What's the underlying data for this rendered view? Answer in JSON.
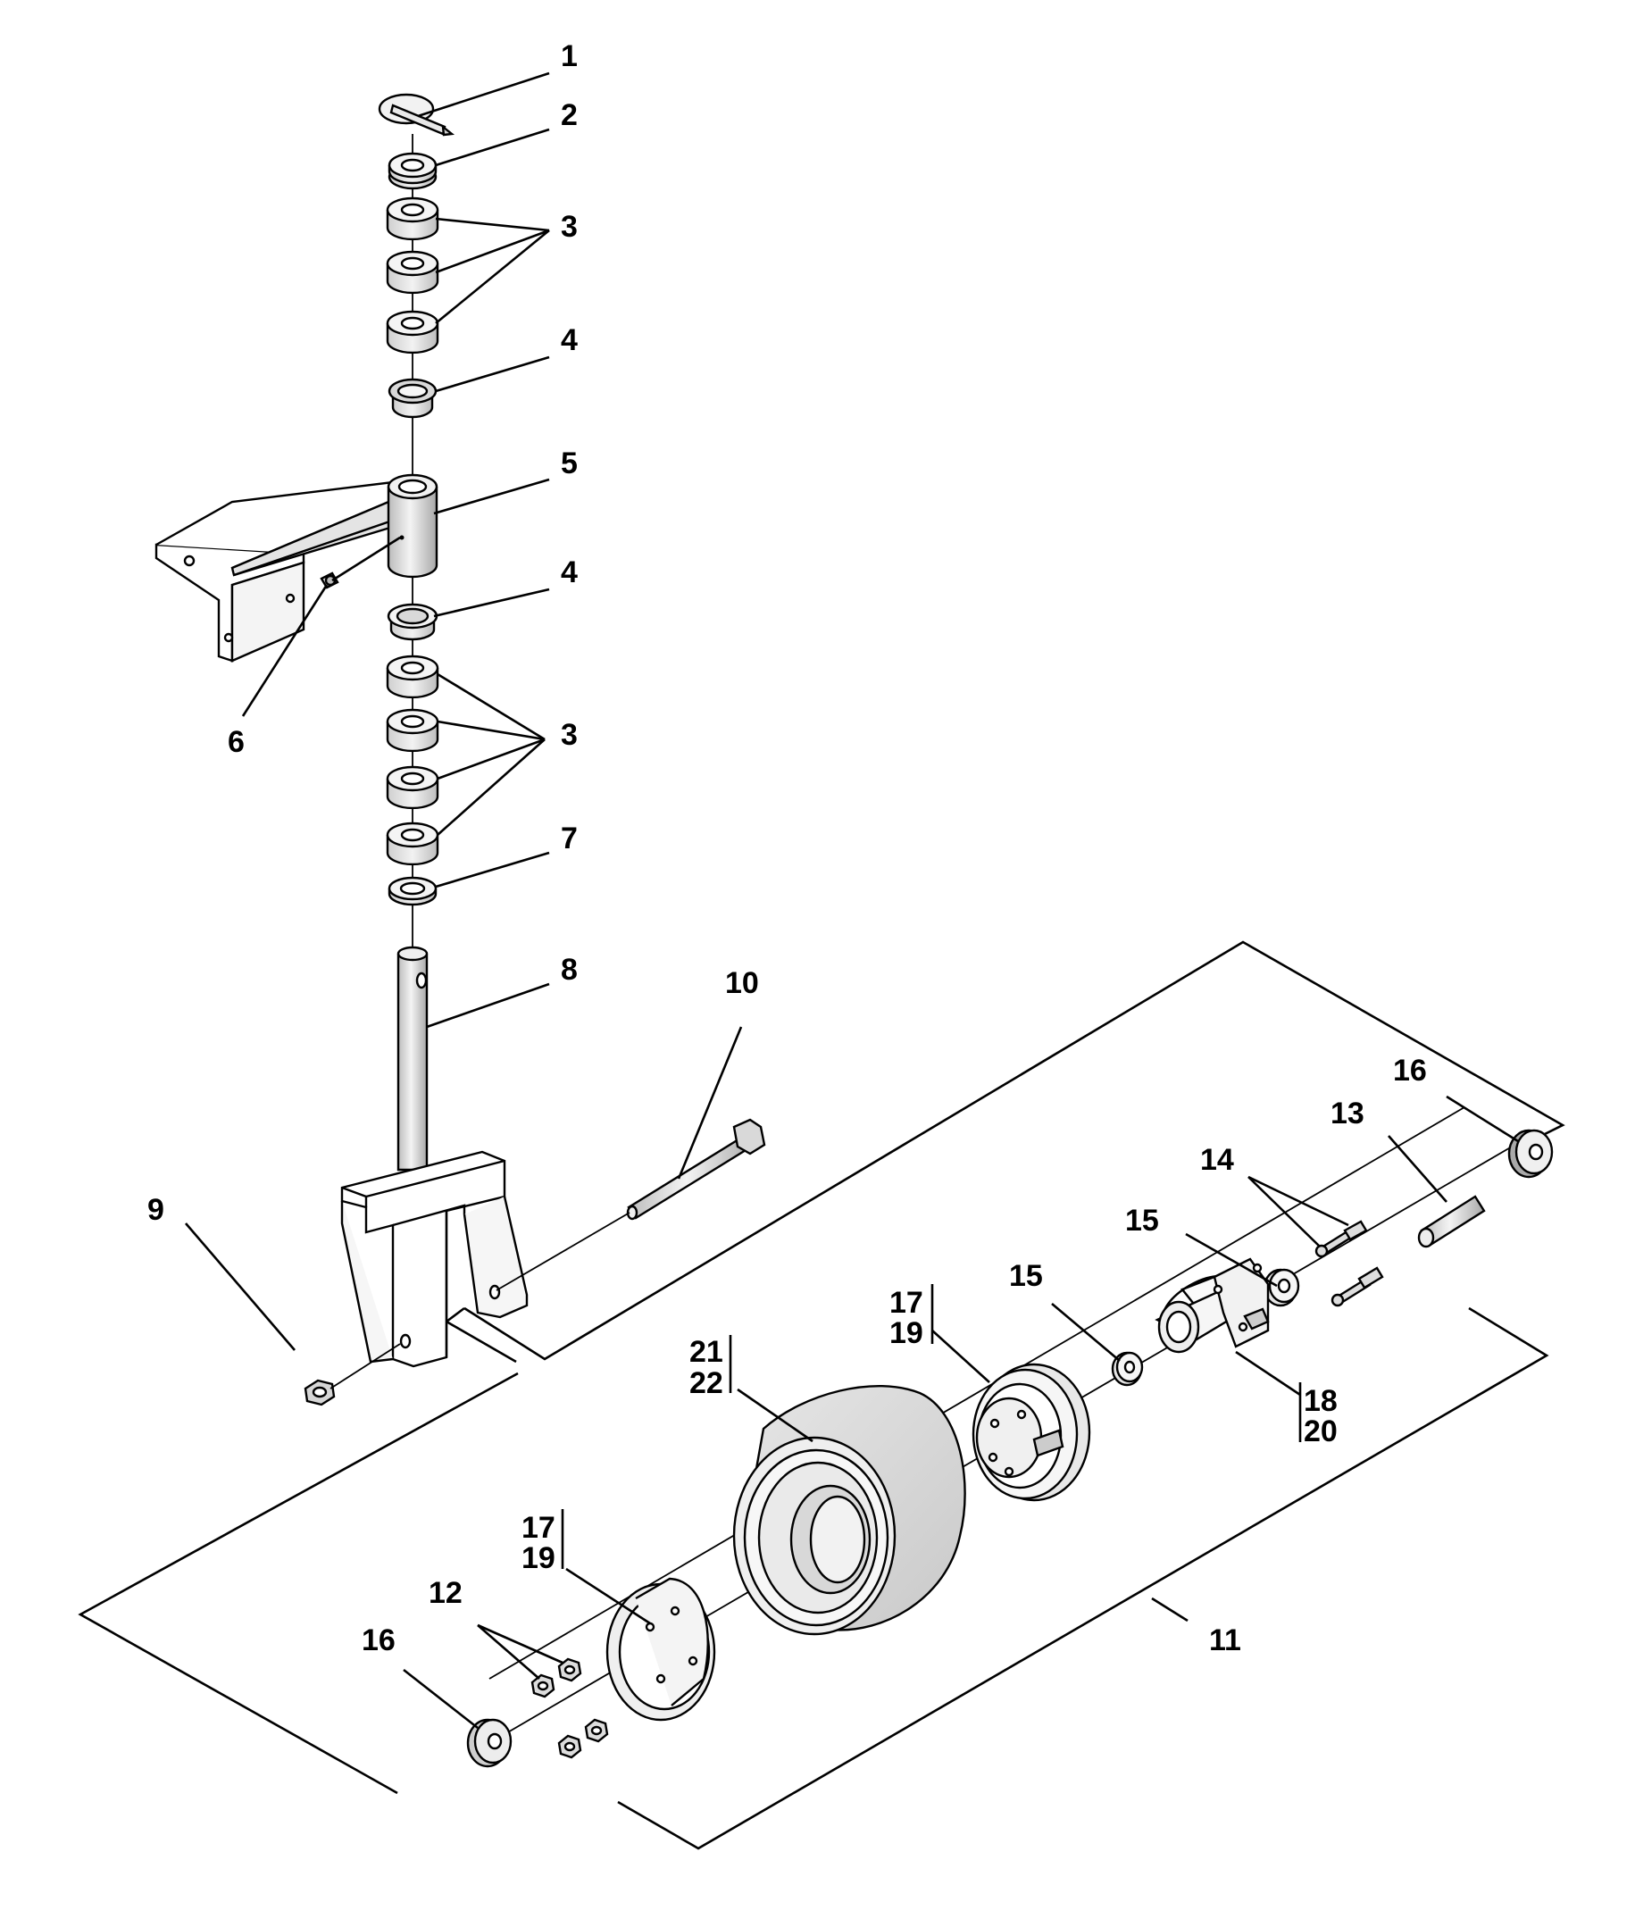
{
  "diagram": {
    "callouts": [
      {
        "id": "c1",
        "text": "1"
      },
      {
        "id": "c2",
        "text": "2"
      },
      {
        "id": "c3a",
        "text": "3"
      },
      {
        "id": "c4a",
        "text": "4"
      },
      {
        "id": "c5",
        "text": "5"
      },
      {
        "id": "c4b",
        "text": "4"
      },
      {
        "id": "c6",
        "text": "6"
      },
      {
        "id": "c3b",
        "text": "3"
      },
      {
        "id": "c7",
        "text": "7"
      },
      {
        "id": "c8",
        "text": "8"
      },
      {
        "id": "c10",
        "text": "10"
      },
      {
        "id": "c9",
        "text": "9"
      },
      {
        "id": "c16a",
        "text": "16"
      },
      {
        "id": "c13",
        "text": "13"
      },
      {
        "id": "c14",
        "text": "14"
      },
      {
        "id": "c15a",
        "text": "15"
      },
      {
        "id": "c15b",
        "text": "15"
      },
      {
        "id": "c17a",
        "text": "17"
      },
      {
        "id": "c19a",
        "text": "19"
      },
      {
        "id": "c18",
        "text": "18"
      },
      {
        "id": "c20",
        "text": "20"
      },
      {
        "id": "c21",
        "text": "21"
      },
      {
        "id": "c22",
        "text": "22"
      },
      {
        "id": "c17b",
        "text": "17"
      },
      {
        "id": "c19b",
        "text": "19"
      },
      {
        "id": "c12",
        "text": "12"
      },
      {
        "id": "c16b",
        "text": "16"
      },
      {
        "id": "c11",
        "text": "11"
      }
    ]
  }
}
